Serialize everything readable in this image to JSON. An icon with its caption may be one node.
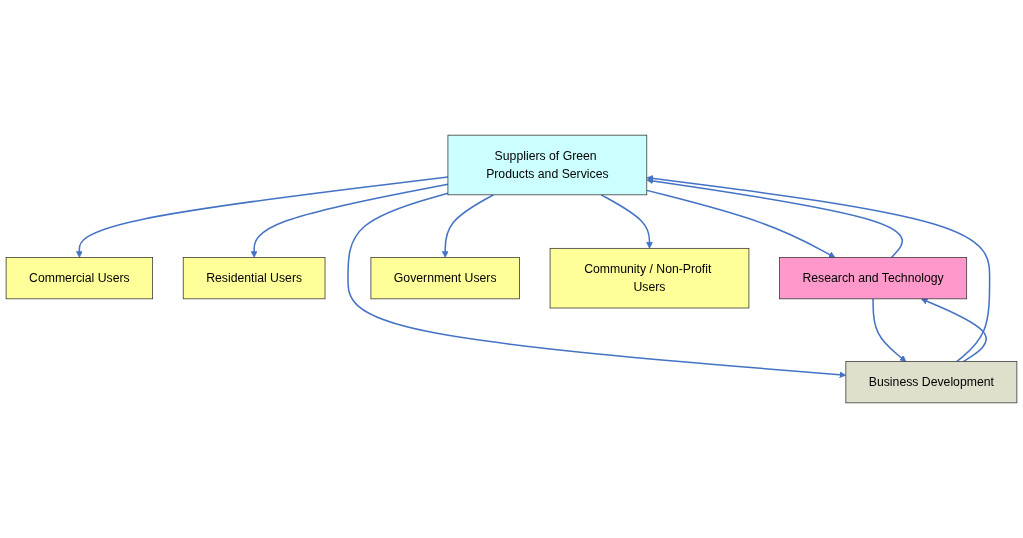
{
  "diagram": {
    "nodes": [
      {
        "text": [
          "Suppliers of Green Products and Services"
        ]
      },
      {
        "text": [
          "Commercial Users"
        ]
      },
      {
        "text": [
          "Residential Users"
        ]
      },
      {
        "text": [
          "Business Development"
        ]
      },
      {
        "text": [
          "Government Users"
        ]
      },
      {
        "text": [
          "Community / Non-Profit Users"
        ]
      },
      {
        "text": [
          "Research and Technology"
        ]
      }
    ],
    "edges": [
      {
        "from": 0,
        "to": 1,
        "arrow": "to"
      },
      {
        "from": 0,
        "to": 2,
        "arrow": "to"
      },
      {
        "from": 0,
        "to": 6,
        "arrow": "to"
      },
      {
        "from": 0,
        "to": 3,
        "arrow": "to"
      },
      {
        "from": 3,
        "to": 0,
        "arrow": "to"
      },
      {
        "from": 3,
        "to": 6,
        "arrow": "to"
      },
      {
        "from": 6,
        "to": 3,
        "arrow": "to"
      },
      {
        "from": 6,
        "to": 0,
        "arrow": "to"
      },
      {
        "from": 0,
        "to": 4,
        "arrow": "to"
      },
      {
        "from": 0,
        "to": 5,
        "arrow": "to"
      }
    ]
  }
}
